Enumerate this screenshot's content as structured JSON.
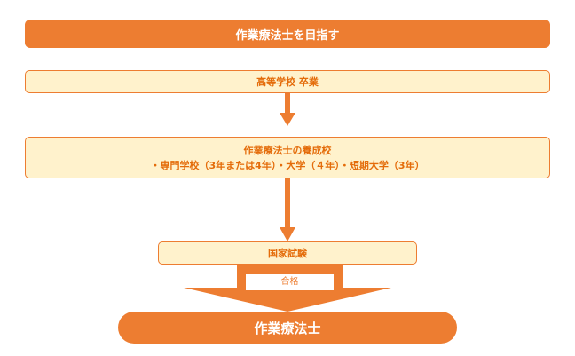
{
  "goal": "作業療法士を目指す",
  "step1": "高等学校 卒業",
  "step2": {
    "title": "作業療法士の養成校",
    "options": "・専門学校（3年または4年）・大学（４年）・短期大学（3年）"
  },
  "step3": "国家試験",
  "pass_label": "合格",
  "result": "作業療法士",
  "colors": {
    "accent": "#ED7D31",
    "box_fill": "#FFF2CC"
  }
}
